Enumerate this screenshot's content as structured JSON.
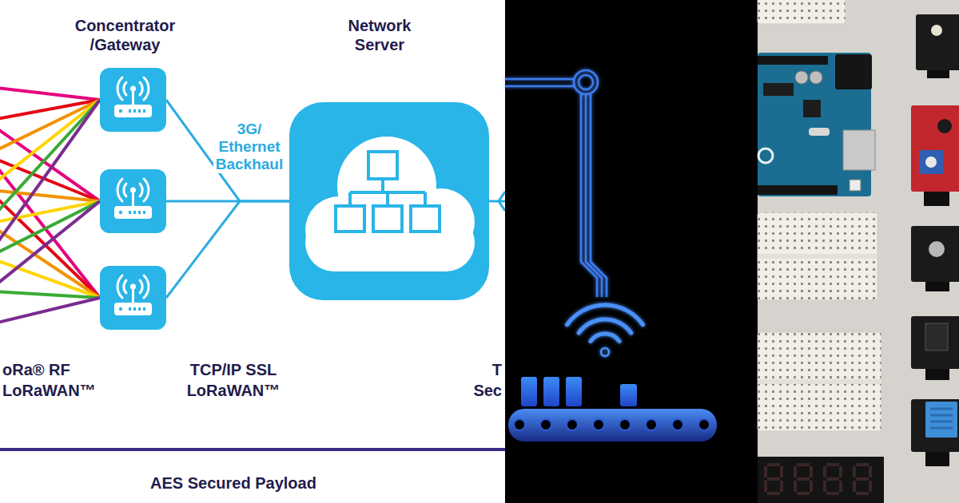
{
  "diagram": {
    "nodes": [
      {
        "text": [
          "Concentrator /Gateway"
        ]
      },
      {
        "text": [
          "Network Server"
        ]
      }
    ],
    "edges": [
      {
        "from": 0,
        "to": 1,
        "label": "3G/ Ethernet Backhaul",
        "arrow": "none"
      }
    ],
    "labels": [
      "oRa® RF LoRaWAN™",
      "TCP/IP SSL LoRaWAN™",
      "T Sec",
      "AES Secured Payload"
    ]
  }
}
